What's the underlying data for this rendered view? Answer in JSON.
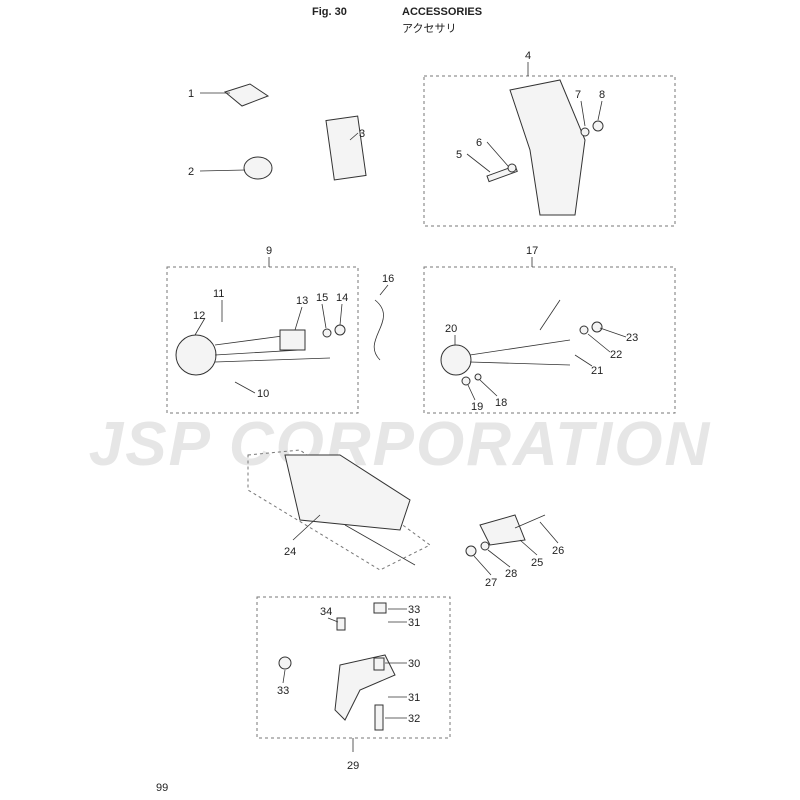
{
  "header": {
    "fig": "Fig. 30",
    "title_en": "ACCESSORIES",
    "title_ja": "アクセサリ"
  },
  "watermark": "JSP CORPORATION",
  "page_number": "99",
  "callouts": [
    "1",
    "2",
    "3",
    "4",
    "5",
    "6",
    "7",
    "8",
    "9",
    "10",
    "11",
    "12",
    "13",
    "14",
    "15",
    "16",
    "17",
    "18",
    "19",
    "20",
    "21",
    "22",
    "23",
    "24",
    "25",
    "26",
    "27",
    "28",
    "29",
    "30",
    "31",
    "31",
    "32",
    "33",
    "33",
    "34"
  ]
}
